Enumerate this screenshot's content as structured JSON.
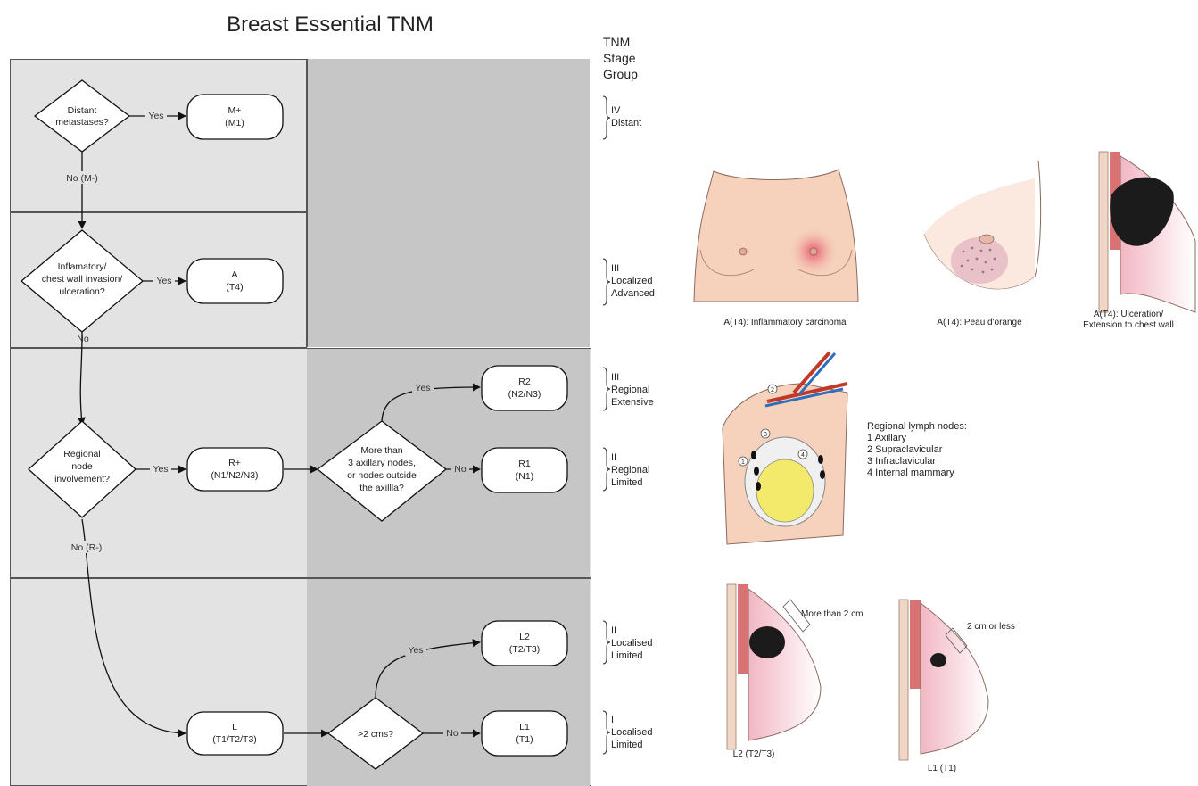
{
  "title": "Breast Essential TNM",
  "tnm_header": [
    "TNM",
    "Stage",
    "Group"
  ],
  "nodes": {
    "q_distant": [
      "Distant",
      "metastases?"
    ],
    "m_plus": [
      "M+",
      "(M1)"
    ],
    "q_inflam": [
      "Inflamatory/",
      "chest wall invasion/",
      "ulceration?"
    ],
    "a_t4": [
      "A",
      "(T4)"
    ],
    "q_regional": [
      "Regional",
      "node",
      "involvement?"
    ],
    "r_plus": [
      "R+",
      "(N1/N2/N3)"
    ],
    "q_more3": [
      "More than",
      "3 axillary nodes,",
      "or nodes outside",
      "the axillla?"
    ],
    "r2": [
      "R2",
      "(N2/N3)"
    ],
    "r1": [
      "R1",
      "(N1)"
    ],
    "l": [
      "L",
      "(T1/T2/T3)"
    ],
    "q_2cm": [
      ">2 cms?"
    ],
    "l2": [
      "L2",
      "(T2/T3)"
    ],
    "l1": [
      "L1",
      "(T1)"
    ]
  },
  "edges": {
    "yes": "Yes",
    "no": "No",
    "no_m": "No (M-)",
    "no_r": "No (R-)"
  },
  "stages": {
    "iv": [
      "IV",
      "Distant"
    ],
    "iii_local": [
      "III",
      "Localized",
      "Advanced"
    ],
    "iii_regional": [
      "III",
      "Regional",
      "Extensive"
    ],
    "ii_regional": [
      "II",
      "Regional",
      "Limited"
    ],
    "ii_local": [
      "II",
      "Localised",
      "Limited"
    ],
    "i_local": [
      "I",
      "Localised",
      "Limited"
    ]
  },
  "captions": {
    "inflammatory": "A(T4): Inflammatory carcinoma",
    "peau": "A(T4): Peau d'orange",
    "ulceration": [
      "A(T4): Ulceration/",
      "Extension to chest wall"
    ],
    "l2": "L2 (T2/T3)",
    "l1": "L1 (T1)",
    "more2": "More than 2 cm",
    "less2": "2 cm or less"
  },
  "lymph_nodes": {
    "heading": "Regional lymph nodes:",
    "items": [
      "1 Axillary",
      "2 Supraclavicular",
      "3 Infraclavicular",
      "4 Internal mammary"
    ],
    "markers": [
      "1",
      "2",
      "3",
      "4"
    ]
  }
}
